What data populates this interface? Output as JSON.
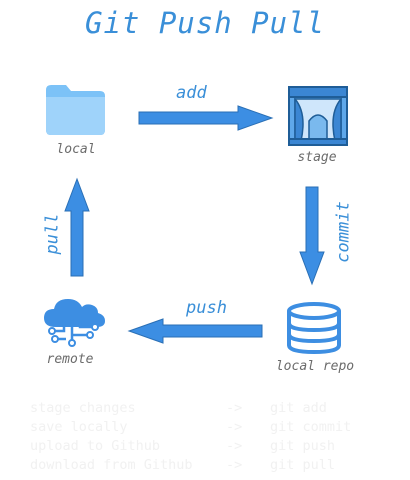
{
  "title": "Git Push Pull",
  "nodes": {
    "local": "local",
    "stage": "stage",
    "remote": "remote",
    "local_repo": "local repo"
  },
  "edges": {
    "add": "add",
    "commit": "commit",
    "push": "push",
    "pull": "pull"
  },
  "legend": [
    {
      "desc": "stage changes",
      "arrow": "->",
      "cmd": "git add"
    },
    {
      "desc": "save locally",
      "arrow": "->",
      "cmd": "git commit"
    },
    {
      "desc": "upload to Github",
      "arrow": "->",
      "cmd": "git push"
    },
    {
      "desc": "download from Github",
      "arrow": "->",
      "cmd": "git pull"
    }
  ],
  "colors": {
    "accent": "#3a8fd8",
    "arrow_fill": "#3c8ee3",
    "folder": "#7cc2f7",
    "label_gray": "#6b6b6b",
    "legend_text": "#f1f1f1"
  },
  "icons": [
    "folder-icon",
    "stage-icon",
    "cloud-network-icon",
    "database-icon"
  ]
}
